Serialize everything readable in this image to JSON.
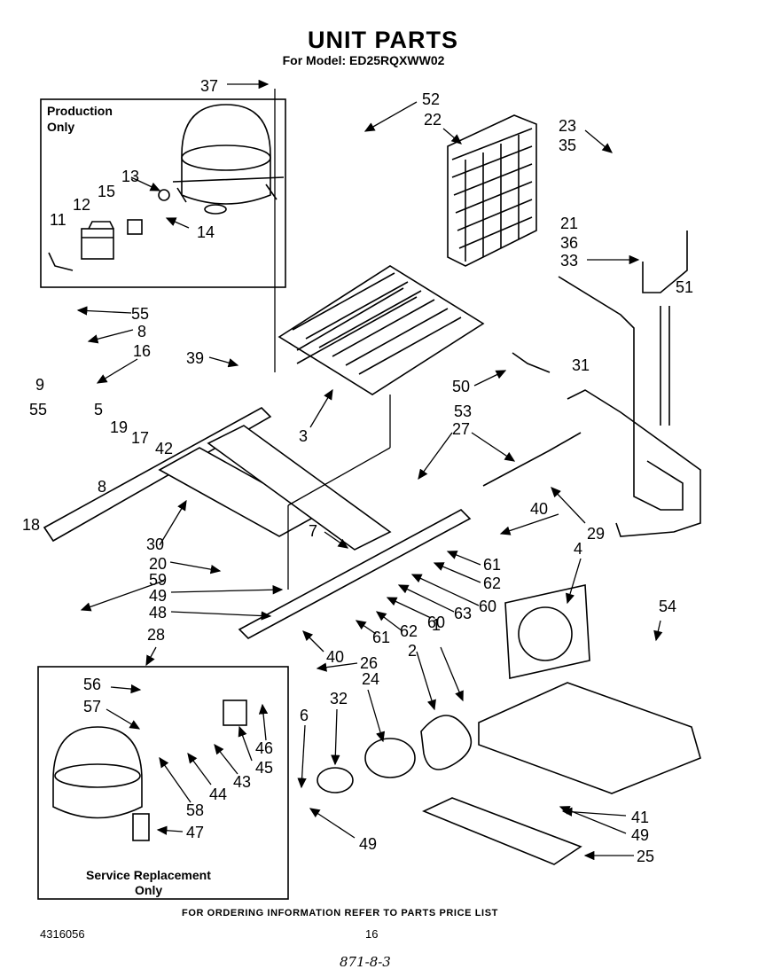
{
  "title": "UNIT PARTS",
  "subtitle": "For Model: ED25RQXWW02",
  "boxes": {
    "production": [
      "Production",
      "Only"
    ],
    "service": [
      "Service Replacement",
      "Only"
    ]
  },
  "callouts": [
    "37",
    "52",
    "22",
    "23",
    "35",
    "21",
    "36",
    "33",
    "51",
    "13",
    "15",
    "12",
    "11",
    "14",
    "55",
    "8",
    "9",
    "16",
    "39",
    "5",
    "19",
    "17",
    "42",
    "55",
    "8",
    "18",
    "3",
    "50",
    "31",
    "53",
    "27",
    "40",
    "29",
    "30",
    "7",
    "20",
    "59",
    "49",
    "48",
    "61",
    "62",
    "60",
    "63",
    "4",
    "60",
    "62",
    "61",
    "1",
    "2",
    "54",
    "40",
    "28",
    "26",
    "56",
    "57",
    "43",
    "44",
    "58",
    "46",
    "45",
    "47",
    "32",
    "24",
    "6",
    "49",
    "41",
    "49",
    "25"
  ],
  "footer": {
    "ordering_note": "FOR ORDERING INFORMATION REFER TO PARTS PRICE LIST",
    "part_number": "4316056",
    "page_number": "16",
    "handwritten": "871-8-3"
  }
}
